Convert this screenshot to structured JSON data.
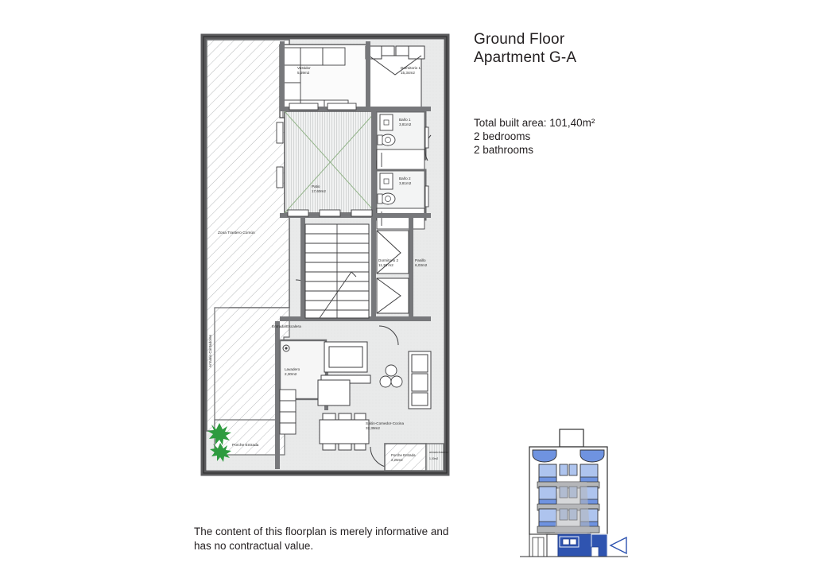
{
  "title": {
    "line1": "Ground Floor",
    "line2": "Apartment G-A"
  },
  "summary": {
    "total_area": "Total built area: 101,40m²",
    "bedrooms": "2 bedrooms",
    "bathrooms": "2 bathrooms"
  },
  "disclaimer": {
    "line1": "The content of this floorplan is merely informative and",
    "line2": "has no contractual value."
  },
  "floorplan": {
    "rooms": [
      {
        "name": "Vestidor",
        "area": "5,59m2"
      },
      {
        "name": "Dormitorio 1",
        "area": "15,34m2"
      },
      {
        "name": "Baño 1",
        "area": "3,81m2"
      },
      {
        "name": "Baño 2",
        "area": "3,81m2"
      },
      {
        "name": "Patio",
        "area": "17,60m2"
      },
      {
        "name": "Zona Trastero Común",
        "area": ""
      },
      {
        "name": "Dormitorio 2",
        "area": "11,38 m2"
      },
      {
        "name": "Pasillo",
        "area": "6,03m2"
      },
      {
        "name": "Entrada/Escalera",
        "area": ""
      },
      {
        "name": "Lavadero",
        "area": "2,30m2"
      },
      {
        "name": "Salón-Comedor-Cocina",
        "area": "32,39m2"
      },
      {
        "name": "Armario Contadores",
        "area": ""
      },
      {
        "name": "Porche Entrada",
        "area": ""
      },
      {
        "name": "Porche Entrada",
        "area": "2,25m2"
      },
      {
        "name": "armario trastero",
        "area": "1,00m2"
      }
    ]
  },
  "colors": {
    "wall": "#77787b",
    "floor_fill": "#e9eaea",
    "outline": "#3a3a3a",
    "patio_green": "#93b48a",
    "plant_green": "#2e9b3f",
    "elevation_blue": "#3a5fbf",
    "elevation_light_blue": "#9cb6e8",
    "elevation_grey": "#a6a8ab",
    "text": "#231f20"
  }
}
